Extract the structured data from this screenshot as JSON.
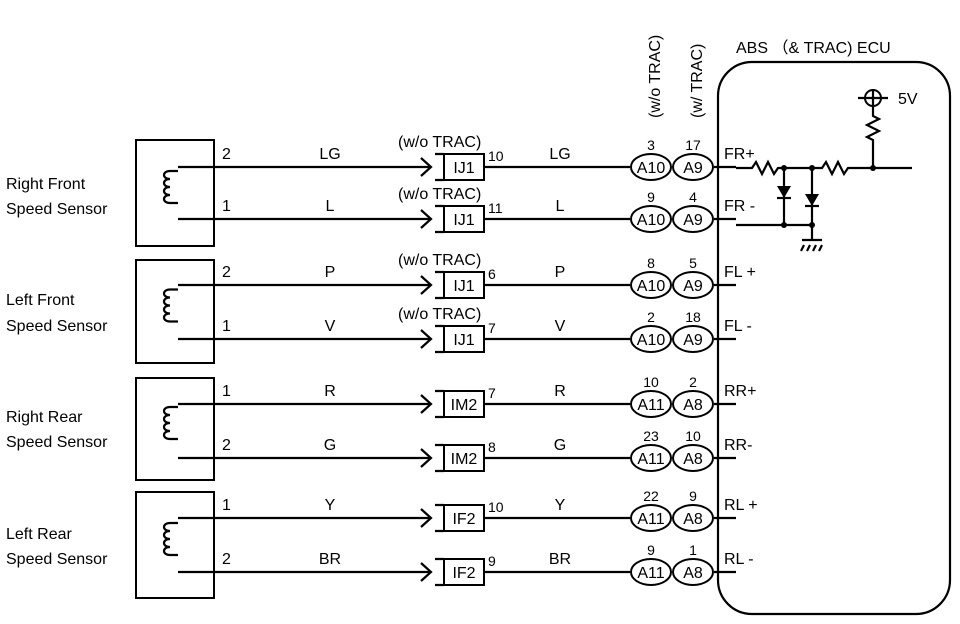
{
  "ecu": {
    "title": "ABS （& TRAC) ECU",
    "supply": "5V",
    "header_wo_trac": "(w/o TRAC)",
    "header_w_trac": "(w/ TRAC)"
  },
  "sensors": [
    {
      "line1": "Right Front",
      "line2": "Speed Sensor"
    },
    {
      "line1": "Left Front",
      "line2": "Speed Sensor"
    },
    {
      "line1": "Right Rear",
      "line2": "Speed Sensor"
    },
    {
      "line1": "Left Rear",
      "line2": "Speed Sensor"
    }
  ],
  "wires": [
    {
      "pin": "2",
      "color_left": "LG",
      "note": "(w/o TRAC)",
      "connector": "IJ1",
      "conn_pin": "10",
      "color_right": "LG",
      "pin_a": "3",
      "conn_a": "A10",
      "pin_b": "17",
      "conn_b": "A9",
      "signal": "FR+"
    },
    {
      "pin": "1",
      "color_left": "L",
      "note": "(w/o TRAC)",
      "connector": "IJ1",
      "conn_pin": "11",
      "color_right": "L",
      "pin_a": "9",
      "conn_a": "A10",
      "pin_b": "4",
      "conn_b": "A9",
      "signal": "FR -"
    },
    {
      "pin": "2",
      "color_left": "P",
      "note": "(w/o TRAC)",
      "connector": "IJ1",
      "conn_pin": "6",
      "color_right": "P",
      "pin_a": "8",
      "conn_a": "A10",
      "pin_b": "5",
      "conn_b": "A9",
      "signal": "FL +"
    },
    {
      "pin": "1",
      "color_left": "V",
      "note": "(w/o TRAC)",
      "connector": "IJ1",
      "conn_pin": "7",
      "color_right": "V",
      "pin_a": "2",
      "conn_a": "A10",
      "pin_b": "18",
      "conn_b": "A9",
      "signal": "FL -"
    },
    {
      "pin": "1",
      "color_left": "R",
      "note": "",
      "connector": "IM2",
      "conn_pin": "7",
      "color_right": "R",
      "pin_a": "10",
      "conn_a": "A11",
      "pin_b": "2",
      "conn_b": "A8",
      "signal": "RR+"
    },
    {
      "pin": "2",
      "color_left": "G",
      "note": "",
      "connector": "IM2",
      "conn_pin": "8",
      "color_right": "G",
      "pin_a": "23",
      "conn_a": "A11",
      "pin_b": "10",
      "conn_b": "A8",
      "signal": "RR-"
    },
    {
      "pin": "1",
      "color_left": "Y",
      "note": "",
      "connector": "IF2",
      "conn_pin": "10",
      "color_right": "Y",
      "pin_a": "22",
      "conn_a": "A11",
      "pin_b": "9",
      "conn_b": "A8",
      "signal": "RL +"
    },
    {
      "pin": "2",
      "color_left": "BR",
      "note": "",
      "connector": "IF2",
      "conn_pin": "9",
      "color_right": "BR",
      "pin_a": "9",
      "conn_a": "A11",
      "pin_b": "1",
      "conn_b": "A8",
      "signal": "RL -"
    }
  ]
}
